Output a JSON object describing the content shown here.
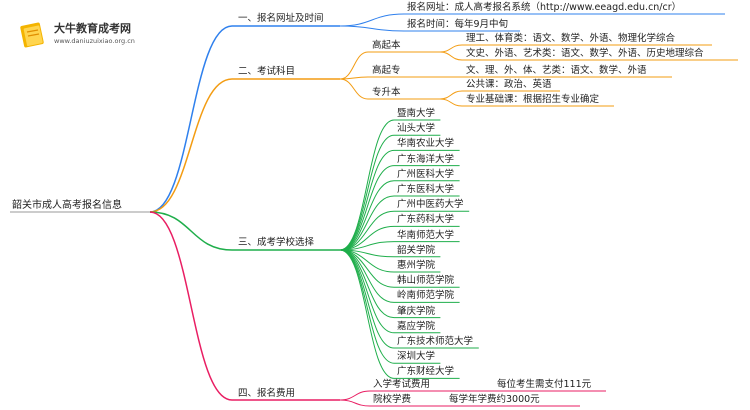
{
  "logo": {
    "title": "大牛教育成考网",
    "subtitle": "www.daniuzuixiao.org.cn"
  },
  "root": "韶关市成人高考报名信息",
  "colors": {
    "blue": "#2f80ed",
    "orange": "#f39c12",
    "green": "#1fae4b",
    "pink": "#e91e63",
    "grey": "#999999"
  },
  "branches": {
    "website": {
      "label": "一、报名网址及时间",
      "items": [
        "报名网址：成人高考报名系统（http://www.eeagd.edu.cn/cr）",
        "报名时间：每年9月中旬"
      ]
    },
    "subjects": {
      "label": "二、考试科目",
      "groups": [
        {
          "label": "高起本",
          "items": [
            "理工、体育类：语文、数学、外语、物理化学综合",
            "文史、外语、艺术类：语文、数学、外语、历史地理综合"
          ]
        },
        {
          "label": "高起专",
          "items": [
            "文、理、外、体、艺类：语文、数学、外语"
          ]
        },
        {
          "label": "专升本",
          "items": [
            "公共课：政治、英语",
            "专业基础课：根据招生专业确定"
          ]
        }
      ]
    },
    "schools": {
      "label": "三、成考学校选择",
      "items": [
        "暨南大学",
        "汕头大学",
        "华南农业大学",
        "广东海洋大学",
        "广州医科大学",
        "广东医科大学",
        "广州中医药大学",
        "广东药科大学",
        "华南师范大学",
        "韶关学院",
        "惠州学院",
        "韩山师范学院",
        "岭南师范学院",
        "肇庆学院",
        "嘉应学院",
        "广东技术师范大学",
        "深圳大学",
        "广东财经大学"
      ]
    },
    "fees": {
      "label": "四、报名费用",
      "items": [
        {
          "label": "入学考试费用",
          "value": "每位考生需支付111元"
        },
        {
          "label": "院校学费",
          "value": "每学年学费约3000元"
        }
      ]
    }
  }
}
